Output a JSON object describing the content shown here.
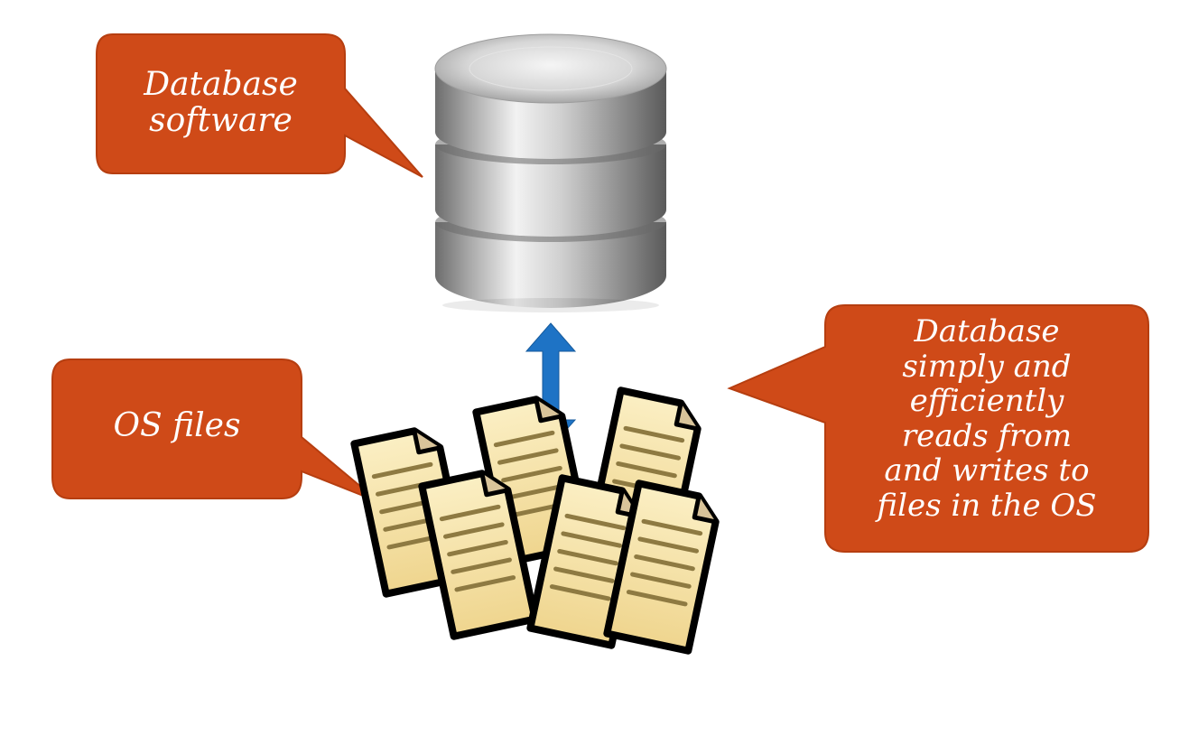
{
  "callouts": {
    "db_software": {
      "line1": "Database",
      "line2": "software"
    },
    "os_files": {
      "text": "OS files"
    },
    "description": {
      "lines": [
        "Database",
        "simply and",
        "efficiently",
        "reads from",
        "and writes to",
        "files in the OS"
      ]
    }
  },
  "colors": {
    "callout_fill": "#CF4A18",
    "callout_stroke": "#B63E10",
    "arrow": "#1E73C5",
    "paper": "#F3DEA0",
    "paper_lines": "#8E7A42"
  },
  "icons": {
    "database": "database-cylinder-icon",
    "arrow": "bidirectional-arrow-icon",
    "files": "document-stack-icon"
  }
}
